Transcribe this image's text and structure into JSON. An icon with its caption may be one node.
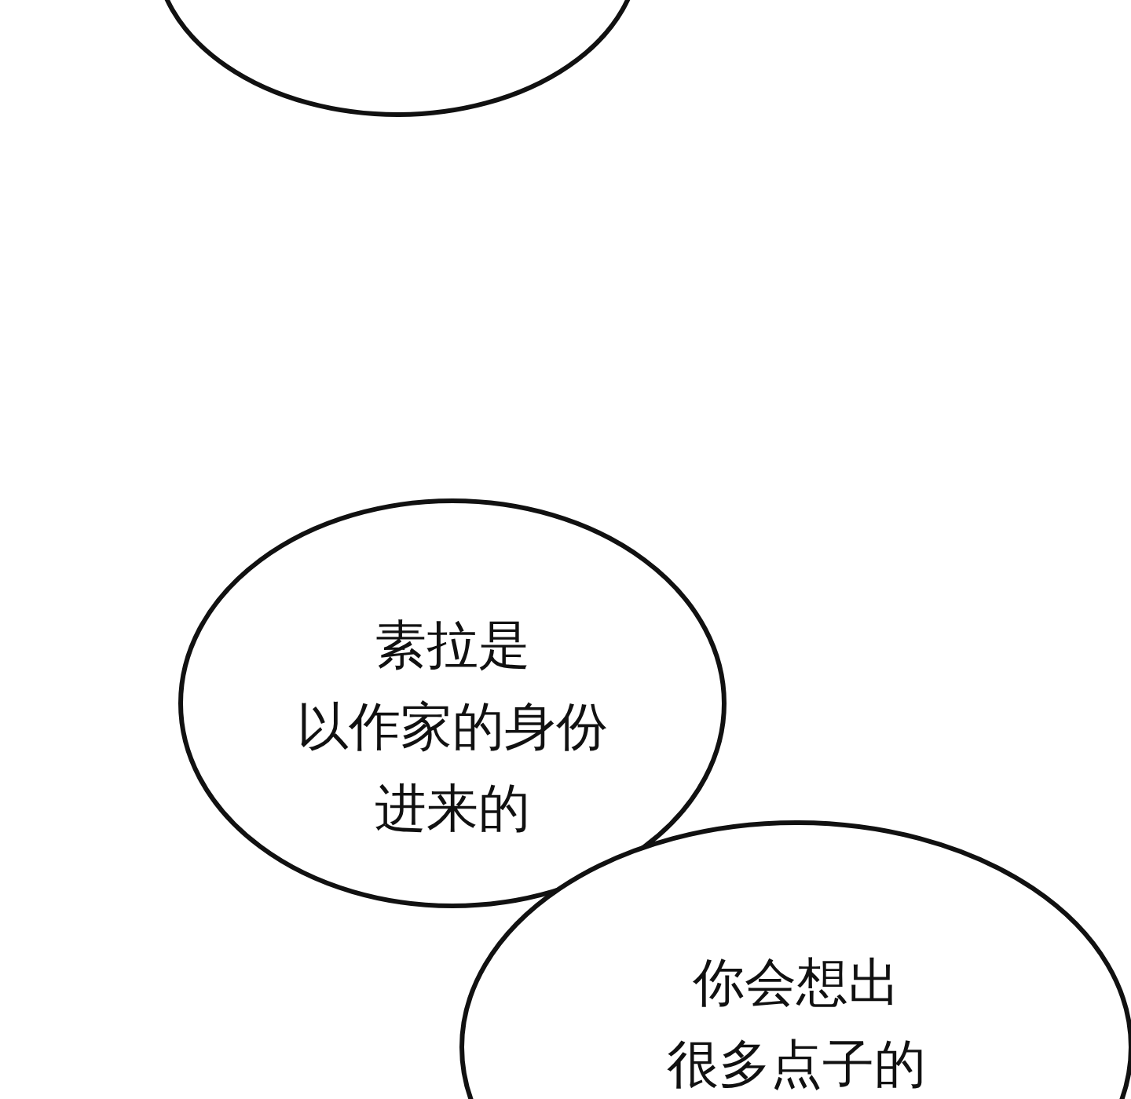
{
  "diagram": {
    "nodes": [
      {
        "text": [],
        "shape": "ellipse"
      },
      {
        "text": [
          "素拉是以作家的身份进来的"
        ]
      },
      {
        "text": [
          "你会想出很多点子的"
        ]
      }
    ]
  }
}
